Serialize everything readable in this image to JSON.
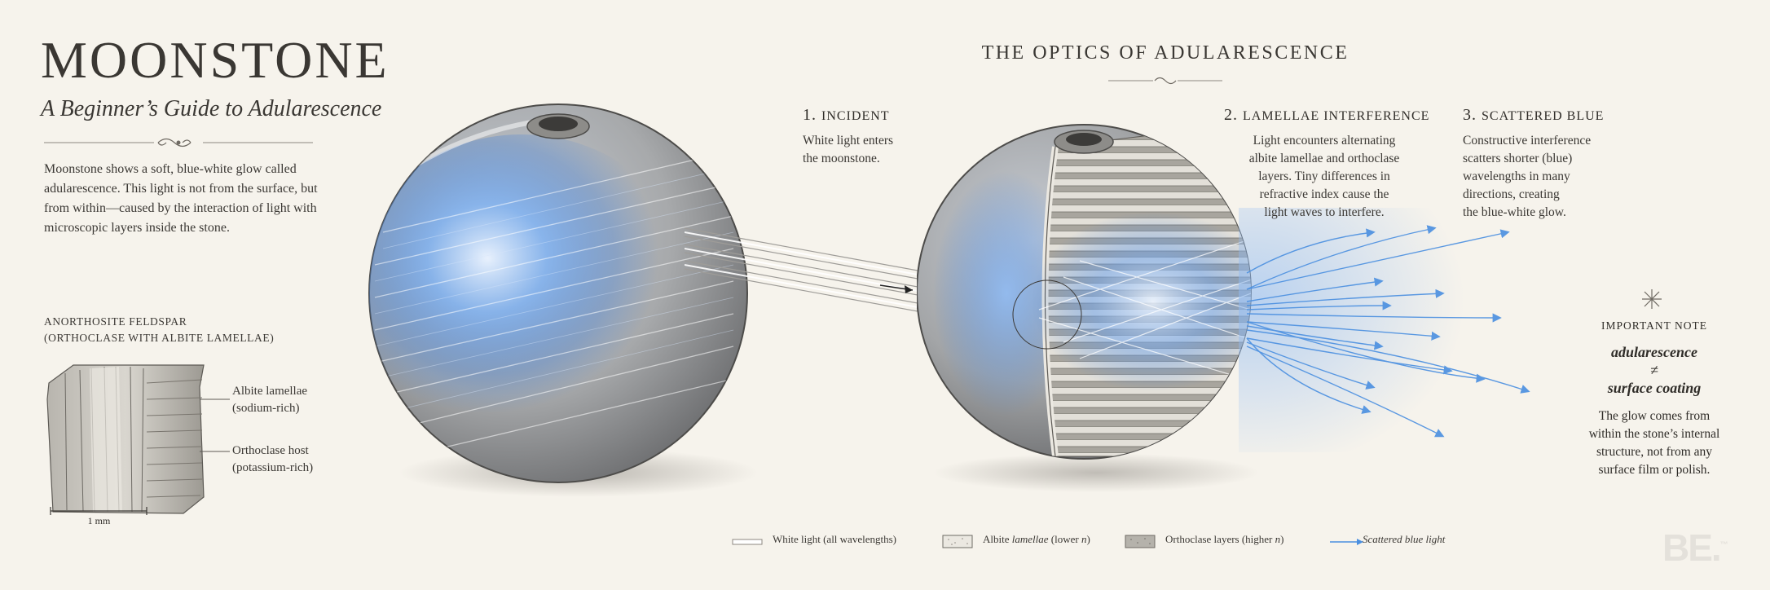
{
  "header": {
    "title": "MOONSTONE",
    "subtitle": "A Beginner’s Guide to Adularescence",
    "intro": "Moonstone shows a soft, blue-white glow called adularescence. This light is not from the surface, but from within—caused by the interaction of light with microscopic layers inside the stone."
  },
  "specimen": {
    "heading_line1": "ANORTHOSITE FELDSPAR",
    "heading_line2": "(ORTHOCLASE WITH ALBITE LAMELLAE)",
    "albite_line1": "Albite lamellae",
    "albite_line2": "(sodium-rich)",
    "orthoclase_line1": "Orthoclase host",
    "orthoclase_line2": "(potassium-rich)",
    "scale_label": "1 mm"
  },
  "optics": {
    "title": "THE OPTICS OF ADULARESCENCE",
    "steps": [
      {
        "number": "1.",
        "heading": "INCIDENT",
        "body": [
          "White light enters",
          "the moonstone."
        ]
      },
      {
        "number": "2.",
        "heading": "LAMELLAE INTERFERENCE",
        "body": [
          "Light encounters alternating",
          "albite lamellae and orthoclase",
          "layers. Tiny differences in",
          "refractive index cause the",
          "light waves to interfere."
        ]
      },
      {
        "number": "3.",
        "heading": "SCATTERED BLUE",
        "body": [
          "Constructive interference",
          "scatters shorter (blue)",
          "wavelengths in many",
          "directions, creating",
          "the blue-white glow."
        ]
      }
    ]
  },
  "note": {
    "label": "IMPORTANT NOTE",
    "term1": "adularescence",
    "neq": "≠",
    "term2": "surface coating",
    "body": [
      "The glow comes from",
      "within the stone’s internal",
      "structure, not from any",
      "surface film or polish."
    ]
  },
  "legend": {
    "white_light": "White light (all wavelengths)",
    "albite_prefix": "Albite ",
    "albite_italic": "lamellae",
    "albite_suffix": " (lower ",
    "albite_n": "n",
    "albite_close": ")",
    "orthoclase_prefix": "Orthoclase layers (higher ",
    "orthoclase_n": "n",
    "orthoclase_close": ")",
    "scattered": "Scattered blue light"
  },
  "logo": {
    "text": "BE.",
    "mark": "™"
  },
  "colors": {
    "background": "#f6f3ec",
    "glow_blue": "#4a8fe0",
    "stone_gray": "#a9a9a6",
    "ink": "#3a3733"
  }
}
